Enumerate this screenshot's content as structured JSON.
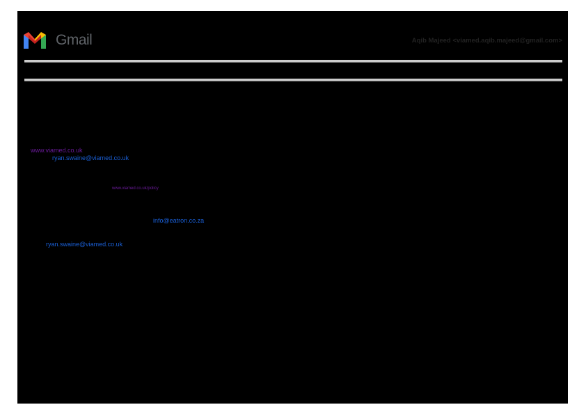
{
  "header": {
    "logo_text": "Gmail",
    "account": "Aqib Majeed <viamed.aqib.majeed@gmail.com>"
  },
  "links": {
    "website": "www.viamed.co.uk",
    "email1": "ryan.swaine@viamed.co.uk",
    "policy": "www.viamed.co.uk/policy",
    "info": "info@eatron.co.za",
    "email2": "ryan.swaine@viamed.co.uk"
  },
  "colors": {
    "visited": "#6a1b9a",
    "link": "#1a5fd6"
  }
}
